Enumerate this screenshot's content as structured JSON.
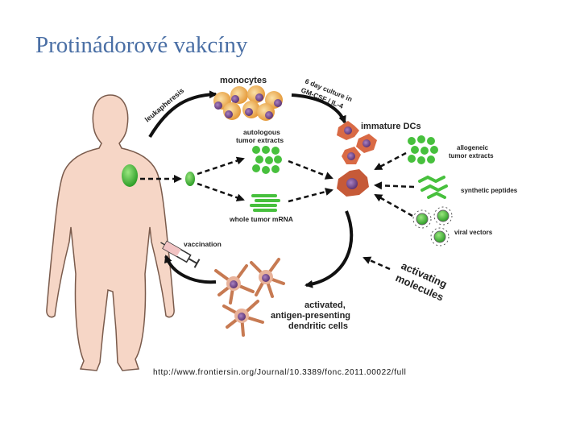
{
  "title": "Protinádorové vakcíny",
  "labels": {
    "monocytes": "monocytes",
    "culture_line1": "6 day culture in",
    "culture_line2": "GM-CSF / IL-4",
    "leukapheresis": "leukapheresis",
    "immature": "immature DCs",
    "autologous_line1": "autologous",
    "autologous_line2": "tumor extracts",
    "allogeneic_line1": "allogeneic",
    "allogeneic_line2": "tumor extracts",
    "synthetic": "synthetic peptides",
    "viral": "viral vectors",
    "whole_mrna": "whole tumor mRNA",
    "vaccination": "vaccination",
    "activating_line1": "activating",
    "activating_line2": "molecules",
    "activated_line1": "activated,",
    "activated_line2": "antigen-presenting",
    "activated_line3": "dendritic cells"
  },
  "source_url": "http://www.frontiersin.org/Journal/10.3389/fonc.2011.00022/full",
  "colors": {
    "title": "#4a6fa5",
    "body_fill": "#f6d6c6",
    "body_stroke": "#7a5b4c",
    "tumor_green": "#47c03d",
    "monocyte_fill": "#f1b35c",
    "nucleus": "#7a4b8c",
    "dc_fill": "#d96a45",
    "activated_dc": "#d48b68"
  },
  "icons": [
    "human-body-icon",
    "tumor-icon",
    "syringe-icon",
    "monocyte-icon",
    "dendritic-cell-icon",
    "virus-icon",
    "peptide-icon"
  ]
}
